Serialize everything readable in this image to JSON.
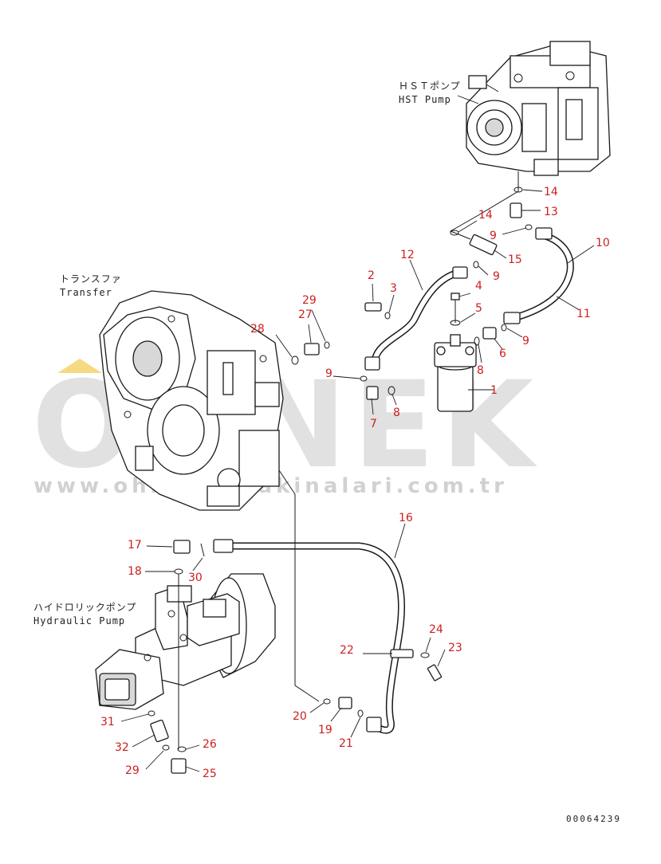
{
  "components": {
    "hst_pump_jp": "ＨＳＴポンプ",
    "hst_pump_en": "HST Pump",
    "transfer_jp": "トランスファ",
    "transfer_en": "Transfer",
    "hydraulic_pump_jp": "ハイドロリックポンプ",
    "hydraulic_pump_en": "Hydraulic Pump"
  },
  "callouts": {
    "c1": "1",
    "c2": "2",
    "c3": "3",
    "c4": "4",
    "c5": "5",
    "c6": "6",
    "c7": "7",
    "c8a": "8",
    "c8b": "8",
    "c9a": "9",
    "c9b": "9",
    "c9c": "9",
    "c9d": "9",
    "c10": "10",
    "c11": "11",
    "c12": "12",
    "c13": "13",
    "c14a": "14",
    "c14b": "14",
    "c15": "15",
    "c16": "16",
    "c17": "17",
    "c18": "18",
    "c19": "19",
    "c20": "20",
    "c21": "21",
    "c22": "22",
    "c23": "23",
    "c24": "24",
    "c25": "25",
    "c26": "26",
    "c27": "27",
    "c28": "28",
    "c29a": "29",
    "c29b": "29",
    "c30": "30",
    "c31": "31",
    "c32": "32"
  },
  "watermark": {
    "brand": "OHNEK",
    "url": "www.ohnekismakinalari.com.tr"
  },
  "document_number": "00064239",
  "colors": {
    "callout": "#cc1f1f",
    "line": "#1a1a1a",
    "watermark": "#d7d7d7",
    "watermark_accent": "#f2c94c"
  }
}
